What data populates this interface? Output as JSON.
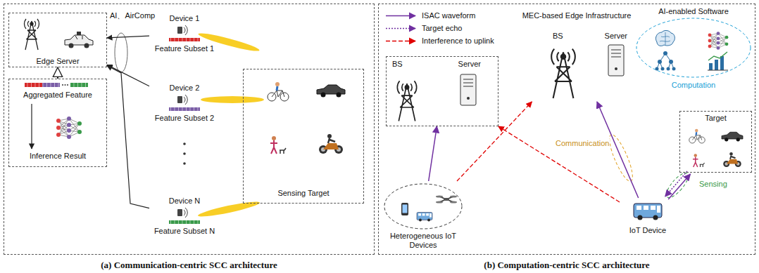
{
  "diagram": {
    "nodes": [
      {
        "text": [
          "(a) Communication-centric SCC architecture"
        ]
      },
      {
        "text": [
          "Edge Server"
        ],
        "in": 0
      },
      {
        "text": [
          "Aggregated Feature",
          "Inference Result"
        ],
        "in": 0
      },
      {
        "text": [
          "Device 1",
          "Feature Subset 1"
        ],
        "in": 0
      },
      {
        "text": [
          "Device 2",
          "Feature Subset 2"
        ],
        "in": 0
      },
      {
        "text": [
          "Device N",
          "Feature Subset N"
        ],
        "in": 0
      },
      {
        "text": [
          "Sensing Target"
        ],
        "in": 0
      },
      {
        "text": [
          "(b) Computation-centric SCC architecture"
        ]
      },
      {
        "text": [
          "BS",
          "Server"
        ],
        "in": 7
      },
      {
        "text": [
          "Heterogeneous IoT Devices"
        ],
        "in": 7
      },
      {
        "text": [
          "MEC-based Edge Infrastructure",
          "BS",
          "Server"
        ],
        "in": 7
      },
      {
        "text": [
          "AI-enabled Software",
          "Computation"
        ],
        "in": 7
      },
      {
        "text": [
          "IoT Device"
        ],
        "in": 7
      },
      {
        "text": [
          "Target"
        ],
        "in": 7
      }
    ],
    "edges": [
      {
        "from": 3,
        "to": 1,
        "arrow": "to"
      },
      {
        "from": 4,
        "to": 1,
        "arrow": "to"
      },
      {
        "from": 5,
        "to": 1,
        "arrow": "to"
      },
      {
        "from": 2,
        "to": 1,
        "arrow": "to"
      },
      {
        "from": 9,
        "to": 8,
        "arrow": "to"
      },
      {
        "from": 9,
        "to": 10,
        "arrow": "to"
      },
      {
        "from": 12,
        "to": 8,
        "arrow": "to"
      },
      {
        "from": 12,
        "to": 10,
        "arrow": "to"
      },
      {
        "from": 12,
        "to": 13,
        "arrow": "to"
      },
      {
        "from": 13,
        "to": 12,
        "arrow": "to"
      }
    ],
    "labels": [
      "AI、AirComp",
      "Communication",
      "Sensing"
    ],
    "legend": [
      {
        "text": "ISAC waveform"
      },
      {
        "text": "Target echo"
      },
      {
        "text": "Interference to uplink"
      }
    ]
  }
}
